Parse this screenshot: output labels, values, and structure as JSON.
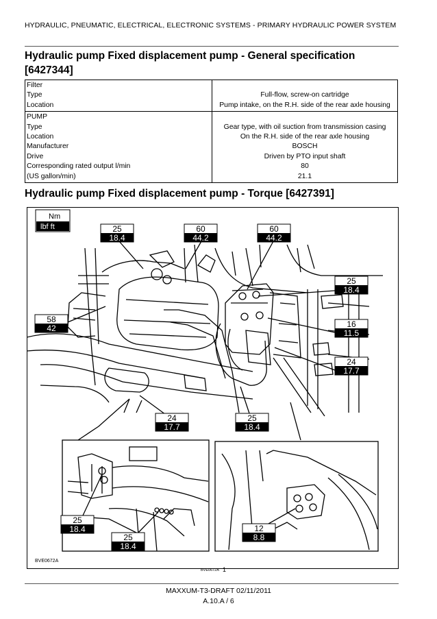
{
  "header": {
    "section": "HYDRAULIC, PNEUMATIC, ELECTRICAL, ELECTRONIC SYSTEMS - PRIMARY HYDRAULIC POWER SYSTEM"
  },
  "spec": {
    "title_line1": "Hydraulic pump Fixed displacement pump - General specification",
    "title_line2": "[6427344]",
    "filter": {
      "heading": "Filter",
      "type_label": "Type",
      "type_value": "Full-flow, screw-on cartridge",
      "location_label": "Location",
      "location_value": "Pump intake, on the R.H. side of the rear axle housing"
    },
    "pump": {
      "heading": "PUMP",
      "type_label": "Type",
      "type_value": "Gear type, with oil suction from transmission casing",
      "location_label": "Location",
      "location_value": "On the R.H. side of the rear axle housing",
      "manufacturer_label": "Manufacturer",
      "manufacturer_value": "BOSCH",
      "drive_label": "Drive",
      "drive_value": "Driven by PTO input shaft",
      "output_label": "Corresponding rated output l/min",
      "output_value": "80",
      "output_us_label": "(US gallon/min)",
      "output_us_value": "21.1"
    }
  },
  "torque": {
    "title": "Hydraulic pump Fixed displacement pump - Torque [6427391]",
    "legend": {
      "unit1": "Nm",
      "unit2": "lbf  ft"
    },
    "labels": [
      {
        "nm": "25",
        "lbf": "18.4"
      },
      {
        "nm": "60",
        "lbf": "44.2"
      },
      {
        "nm": "60",
        "lbf": "44.2"
      },
      {
        "nm": "25",
        "lbf": "18.4"
      },
      {
        "nm": "58",
        "lbf": "42"
      },
      {
        "nm": "16",
        "lbf": "11.5"
      },
      {
        "nm": "24",
        "lbf": "17.7"
      },
      {
        "nm": "24",
        "lbf": "17.7"
      },
      {
        "nm": "25",
        "lbf": "18.4"
      },
      {
        "nm": "25",
        "lbf": "18.4"
      },
      {
        "nm": "25",
        "lbf": "18.4"
      },
      {
        "nm": "12",
        "lbf": "8.8"
      }
    ],
    "drawing_code": "BVE0672A",
    "figure_code": "BVE0672A",
    "figure_number": "1"
  },
  "footer": {
    "doc": "MAXXUM-T3-DRAFT 02/11/2011",
    "page": "A.10.A / 6"
  }
}
